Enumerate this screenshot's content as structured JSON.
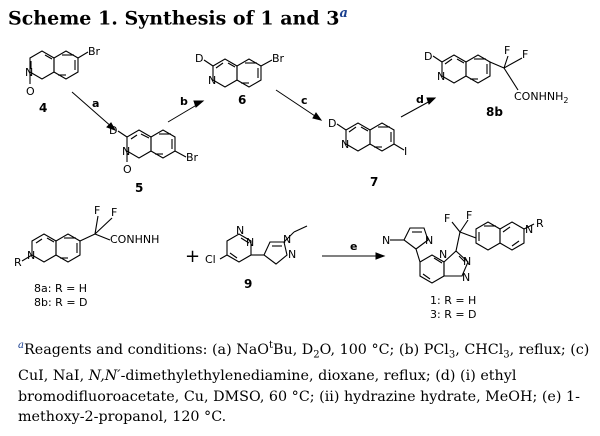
{
  "title": {
    "text": "Scheme 1. Synthesis of 1 and 3",
    "sup": "a"
  },
  "compounds": {
    "c4": "4",
    "c5": "5",
    "c6": "6",
    "c7": "7",
    "c8b": "8b",
    "c9": "9",
    "c8a_line": "8a: R = H",
    "c8b_line": "8b: R = D",
    "c1_line": "1: R = H",
    "c3_line": "3: R = D"
  },
  "step_letters": {
    "a": "a",
    "b": "b",
    "c": "c",
    "d": "d",
    "e": "e"
  },
  "atoms": {
    "N": "N",
    "O": "O",
    "Br": "Br",
    "D": "D",
    "I": "I",
    "F": "F",
    "R": "R",
    "Cl": "Cl",
    "hydrazide": "CONHNH",
    "hydrazide_sub": "2",
    "hydrazide_r": "CONHNH"
  },
  "plus": "+",
  "footnote": {
    "sup": "a",
    "p1": "Reagents and conditions: (a) NaO",
    "p1_t": "t",
    "p2": "Bu, D",
    "p2_sub": "2",
    "p3": "O, 100 °C; (b) PCl",
    "p3_sub": "3",
    "p4": ", CHCl",
    "p4_sub": "3",
    "p5": ", reflux; (c) CuI, NaI, ",
    "p5_it": "N,N′",
    "p6": "-dimethylethylenediamine, dioxane, reflux; (d) (i) ethyl bromodifluoroacetate, Cu, DMSO, 60 °C; (ii) hydrazine hydrate, MeOH; (e) 1-methoxy-2-propanol, 120 °C."
  }
}
